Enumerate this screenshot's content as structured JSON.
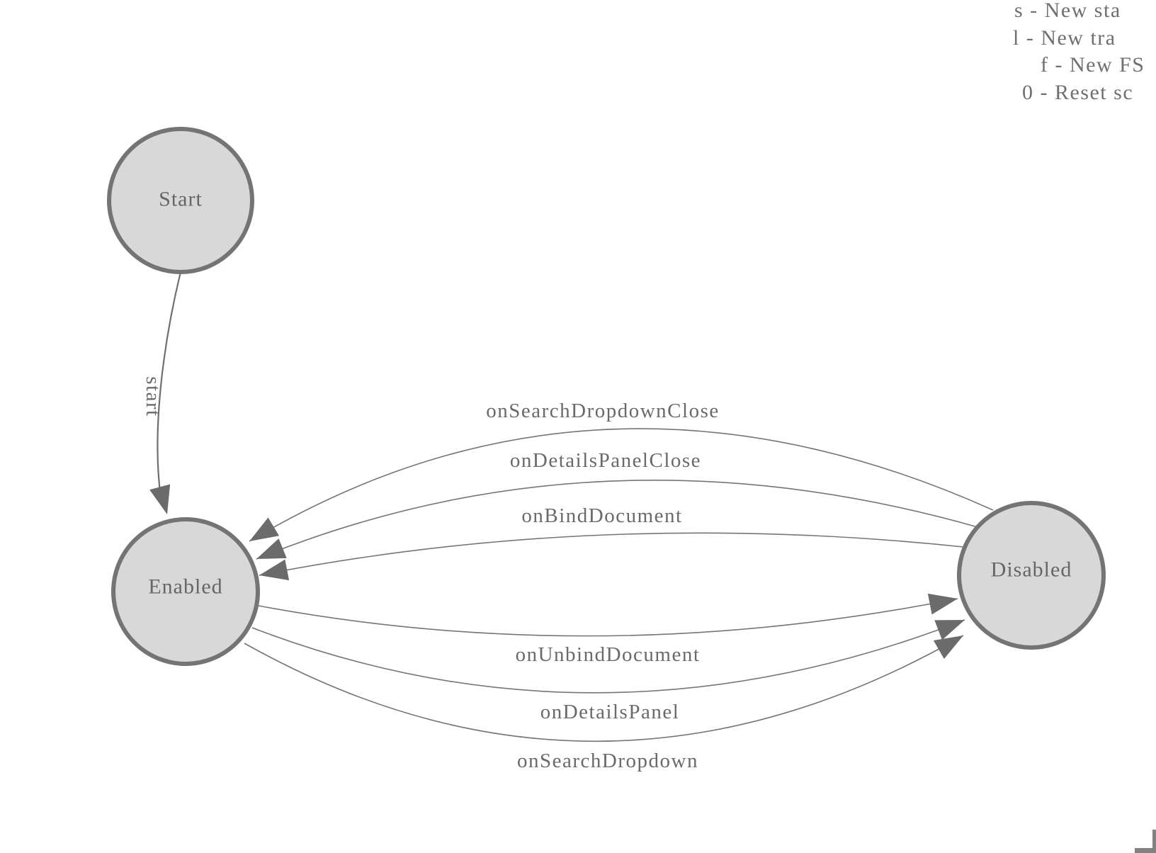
{
  "window": {
    "background": "#ffffff"
  },
  "shortcuts_legend": {
    "lines": [
      "s - New sta",
      "l - New tra",
      "f - New FS",
      "0 - Reset sc"
    ]
  },
  "diagram": {
    "type": "fsm-state-diagram",
    "states": [
      {
        "label": "Start"
      },
      {
        "label": "Enabled"
      },
      {
        "label": "Disabled"
      }
    ],
    "transitions": [
      {
        "label": "start",
        "from": "Start",
        "to": "Enabled"
      },
      {
        "label": "onSearchDropdownClose",
        "from": "Disabled",
        "to": "Enabled"
      },
      {
        "label": "onDetailsPanelClose",
        "from": "Disabled",
        "to": "Enabled"
      },
      {
        "label": "onBindDocument",
        "from": "Disabled",
        "to": "Enabled"
      },
      {
        "label": "onUnbindDocument",
        "from": "Enabled",
        "to": "Disabled"
      },
      {
        "label": "onDetailsPanel",
        "from": "Enabled",
        "to": "Disabled"
      },
      {
        "label": "onSearchDropdown",
        "from": "Enabled",
        "to": "Disabled"
      }
    ],
    "colors": {
      "state_fill": "#d8d8d8",
      "state_stroke": "#747474",
      "edge_stroke": "#757575",
      "arrowhead": "#6b6b6b",
      "label_text": "#6a6a6a",
      "legend_text": "#6f6f6f"
    }
  }
}
